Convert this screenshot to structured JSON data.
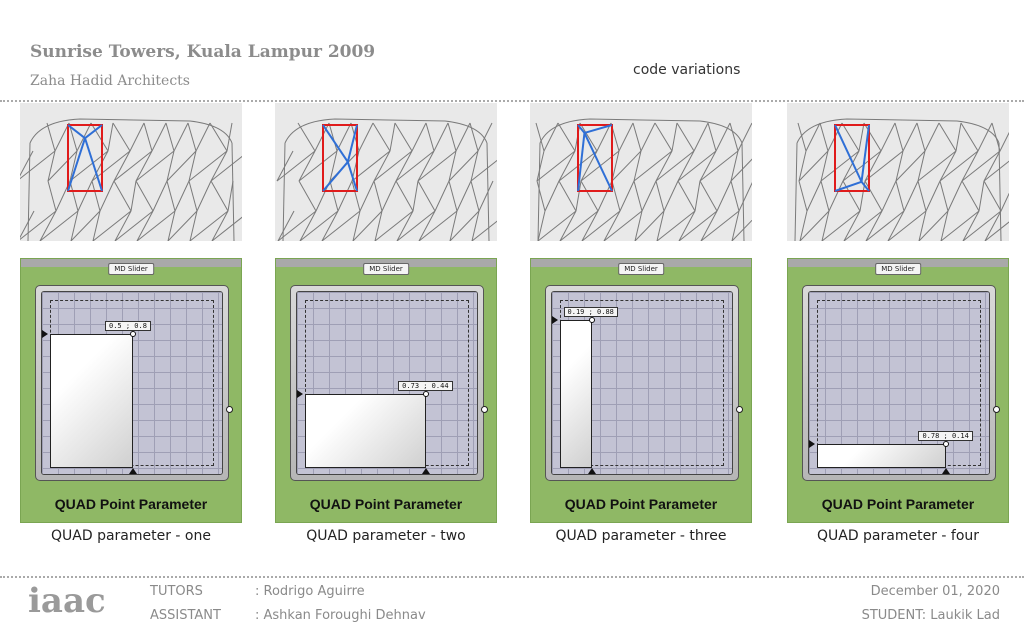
{
  "header": {
    "title": "Sunrise Towers, Kuala Lampur 2009",
    "subtitle": "Zaha Hadid Architects",
    "section": "code variations"
  },
  "panels": [
    {
      "tag": "MD Slider",
      "value_label": "0.5 ; 0.8",
      "u": 0.5,
      "v": 0.8,
      "component": "QUAD Point Parameter",
      "caption": "QUAD parameter - one"
    },
    {
      "tag": "MD Slider",
      "value_label": "0.73 ; 0.44",
      "u": 0.73,
      "v": 0.44,
      "component": "QUAD Point Parameter",
      "caption": "QUAD parameter - two"
    },
    {
      "tag": "MD Slider",
      "value_label": "0.19 ; 0.88",
      "u": 0.19,
      "v": 0.88,
      "component": "QUAD Point Parameter",
      "caption": "QUAD parameter - three"
    },
    {
      "tag": "MD Slider",
      "value_label": "0.78 ; 0.14",
      "u": 0.78,
      "v": 0.14,
      "component": "QUAD Point Parameter",
      "caption": "QUAD parameter - four"
    }
  ],
  "footer": {
    "logo_text": "iaac",
    "tutors_label": "TUTORS",
    "tutors_value": ": Rodrigo Aguirre",
    "assistant_label": "ASSISTANT",
    "assistant_value": ": Ashkan Foroughi Dehnav",
    "date": "December 01, 2020",
    "student": "STUDENT: Laukik Lad"
  },
  "colors": {
    "panel_green": "#8fb865",
    "highlight_red": "#e01b1b",
    "highlight_blue": "#2f6fd6",
    "wire_gray": "#7a7a7a"
  }
}
